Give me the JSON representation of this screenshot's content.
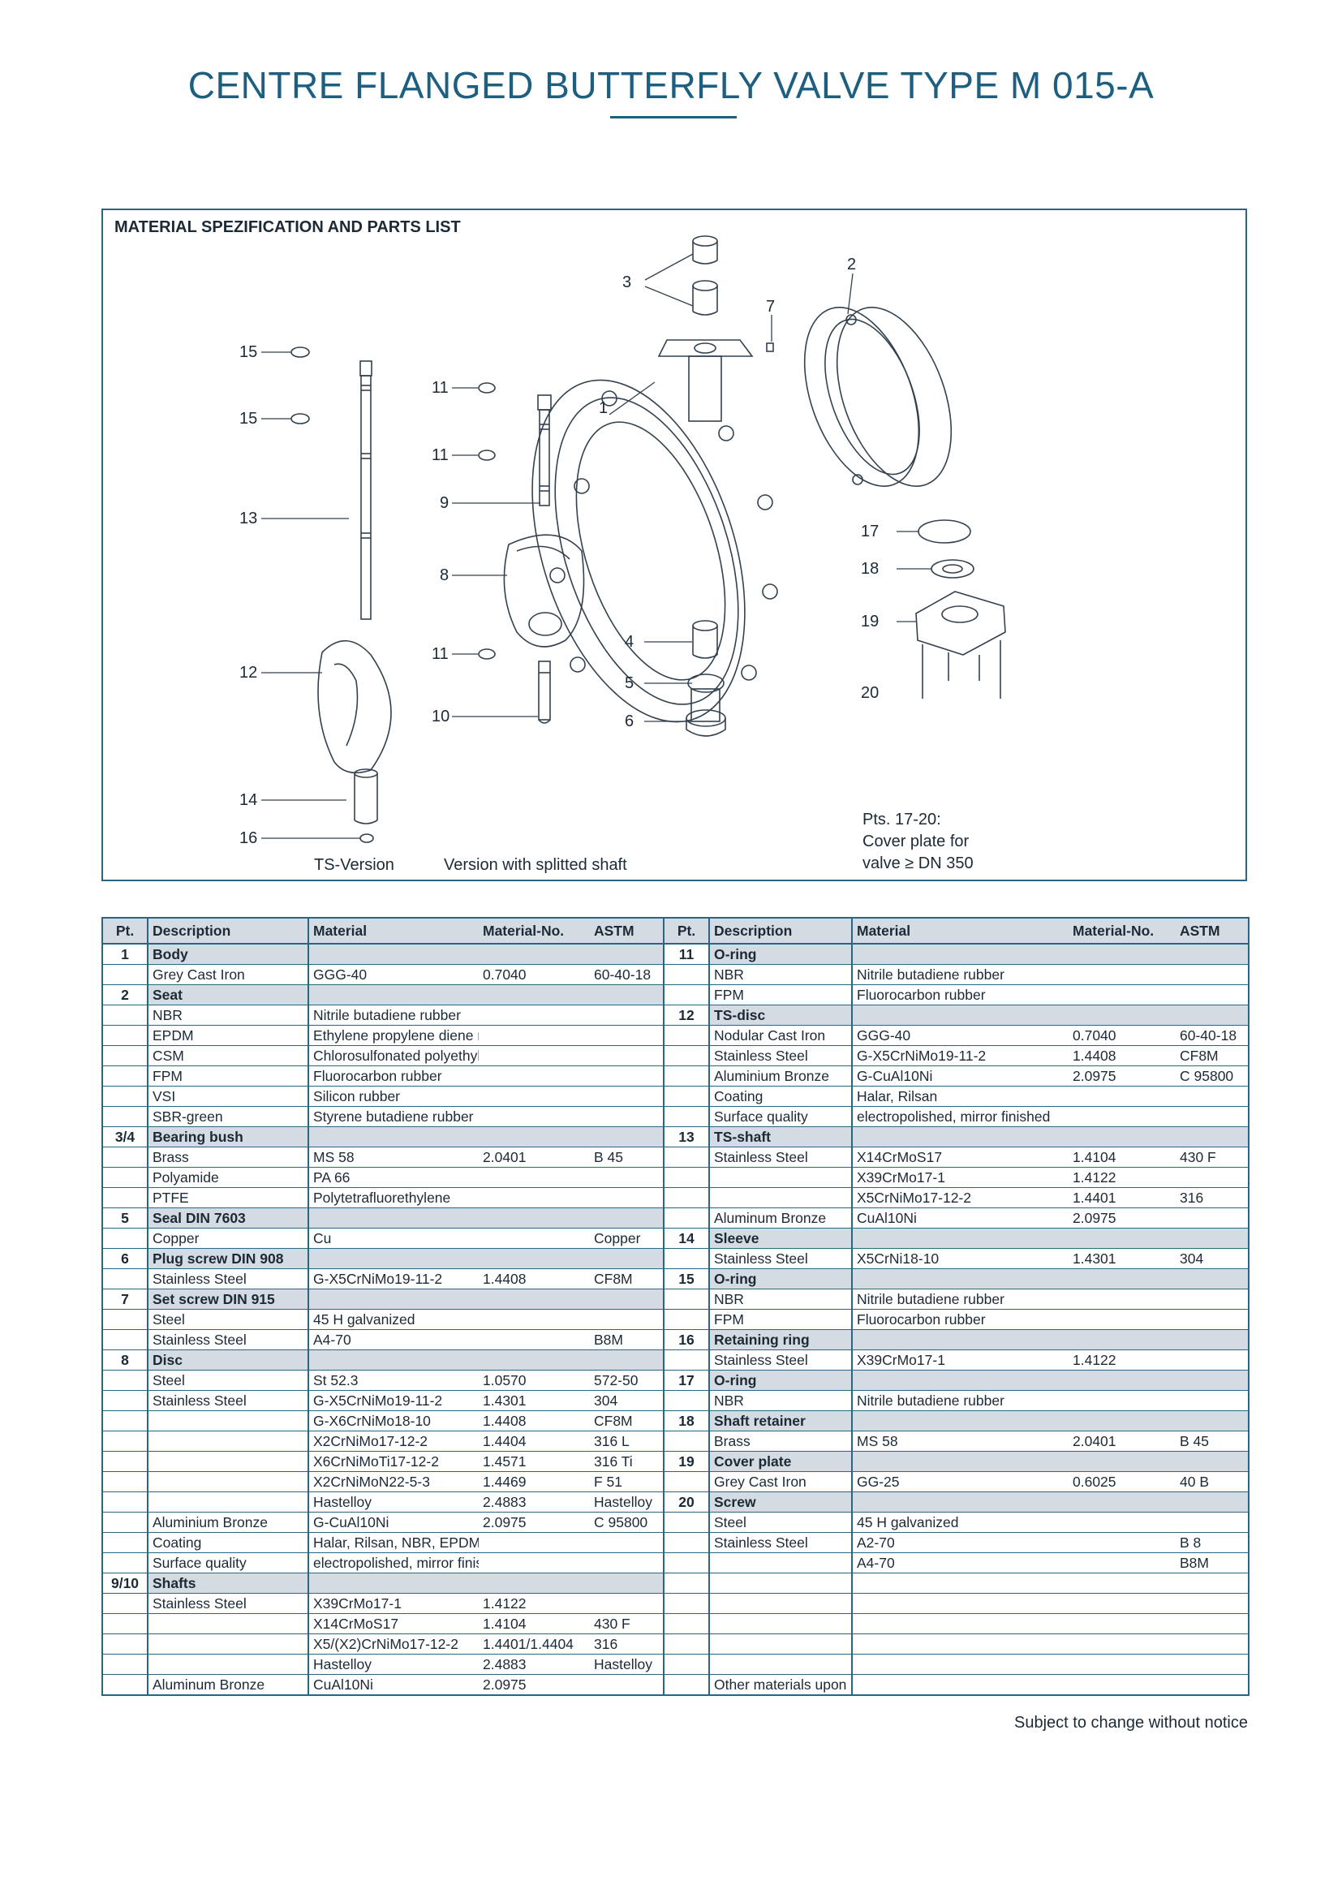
{
  "title": "CENTRE FLANGED BUTTERFLY VALVE TYPE M 015-A",
  "drawing": {
    "heading": "MATERIAL SPEZIFICATION AND PARTS LIST",
    "callouts": [
      "15",
      "15",
      "13",
      "12",
      "14",
      "16",
      "11",
      "11",
      "9",
      "8",
      "11",
      "10",
      "3",
      "7",
      "1",
      "2",
      "17",
      "18",
      "19",
      "20",
      "4",
      "5",
      "6"
    ],
    "caption_ts": "TS-Version",
    "caption_split": "Version with splitted shaft",
    "note_lines": [
      "Pts. 17-20:",
      "Cover plate for",
      "valve ≥ DN 350"
    ]
  },
  "table": {
    "headers": [
      "Pt.",
      "Description",
      "Material",
      "Material-No.",
      "ASTM"
    ],
    "left": [
      {
        "g": true,
        "pt": "1",
        "d": "Body"
      },
      {
        "d": "Grey Cast Iron",
        "m": "GGG-40",
        "n": "0.7040",
        "a": "60-40-18"
      },
      {
        "g": true,
        "pt": "2",
        "d": "Seat"
      },
      {
        "d": "NBR",
        "m": "Nitrile butadiene rubber"
      },
      {
        "d": "EPDM",
        "m": "Ethylene propylene diene monomer rubber"
      },
      {
        "d": "CSM",
        "m": "Chlorosulfonated polyethylene rubber"
      },
      {
        "d": "FPM",
        "m": "Fluorocarbon rubber"
      },
      {
        "d": "VSI",
        "m": "Silicon rubber"
      },
      {
        "d": "SBR-green",
        "m": "Styrene butadiene rubber"
      },
      {
        "g": true,
        "pt": "3/4",
        "d": "Bearing bush"
      },
      {
        "d": "Brass",
        "m": "MS 58",
        "n": "2.0401",
        "a": "B 45"
      },
      {
        "d": "Polyamide",
        "m": "PA 66"
      },
      {
        "d": "PTFE",
        "m": "Polytetrafluorethylene"
      },
      {
        "g": true,
        "pt": "5",
        "d": "Seal DIN 7603"
      },
      {
        "d": "Copper",
        "m": "Cu",
        "a": "Copper"
      },
      {
        "g": true,
        "pt": "6",
        "d": "Plug screw DIN 908"
      },
      {
        "d": "Stainless Steel",
        "m": "G-X5CrNiMo19-11-2",
        "n": "1.4408",
        "a": "CF8M"
      },
      {
        "g": true,
        "pt": "7",
        "d": "Set screw DIN 915"
      },
      {
        "d": "Steel",
        "m": "45 H galvanized"
      },
      {
        "d": "Stainless Steel",
        "m": "A4-70",
        "a": "B8M"
      },
      {
        "g": true,
        "pt": "8",
        "d": "Disc"
      },
      {
        "d": "Steel",
        "m": "St 52.3",
        "n": "1.0570",
        "a": "572-50"
      },
      {
        "d": "Stainless Steel",
        "m": "G-X5CrNiMo19-11-2",
        "n": "1.4301",
        "a": "304"
      },
      {
        "m": "G-X6CrNiMo18-10",
        "n": "1.4408",
        "a": "CF8M"
      },
      {
        "m": "X2CrNiMo17-12-2",
        "n": "1.4404",
        "a": "316 L"
      },
      {
        "m": "X6CrNiMoTi17-12-2",
        "n": "1.4571",
        "a": "316 Ti"
      },
      {
        "m": "X2CrNiMoN22-5-3",
        "n": "1.4469",
        "a": "F 51"
      },
      {
        "m": "Hastelloy",
        "n": "2.4883",
        "a": "Hastelloy"
      },
      {
        "d": "Aluminium Bronze",
        "m": "G-CuAl10Ni",
        "n": "2.0975",
        "a": "C 95800"
      },
      {
        "d": "Coating",
        "m": "Halar, Rilsan, NBR, EPDM"
      },
      {
        "d": "Surface quality",
        "m": "electropolished, mirror finished"
      },
      {
        "g": true,
        "pt": "9/10",
        "d": "Shafts"
      },
      {
        "d": "Stainless Steel",
        "m": "X39CrMo17-1",
        "n": "1.4122"
      },
      {
        "m": "X14CrMoS17",
        "n": "1.4104",
        "a": "430 F"
      },
      {
        "m": "X5/(X2)CrNiMo17-12-2",
        "n": "1.4401/1.4404",
        "a": "316"
      },
      {
        "m": "Hastelloy",
        "n": "2.4883",
        "a": "Hastelloy"
      },
      {
        "d": "Aluminum Bronze",
        "m": "CuAl10Ni",
        "n": "2.0975"
      }
    ],
    "right": [
      {
        "g": true,
        "pt": "11",
        "d": "O-ring"
      },
      {
        "d": "NBR",
        "m": "Nitrile butadiene rubber"
      },
      {
        "d": "FPM",
        "m": "Fluorocarbon rubber"
      },
      {
        "g": true,
        "pt": "12",
        "d": "TS-disc"
      },
      {
        "d": "Nodular Cast Iron",
        "m": "GGG-40",
        "n": "0.7040",
        "a": "60-40-18"
      },
      {
        "d": "Stainless Steel",
        "m": "G-X5CrNiMo19-11-2",
        "n": "1.4408",
        "a": "CF8M"
      },
      {
        "d": "Aluminium Bronze",
        "m": "G-CuAl10Ni",
        "n": "2.0975",
        "a": "C 95800"
      },
      {
        "d": "Coating",
        "m": "Halar, Rilsan"
      },
      {
        "d": "Surface quality",
        "m": "electropolished, mirror finished"
      },
      {
        "g": true,
        "pt": "13",
        "d": "TS-shaft"
      },
      {
        "d": "Stainless Steel",
        "m": "X14CrMoS17",
        "n": "1.4104",
        "a": "430 F"
      },
      {
        "m": "X39CrMo17-1",
        "n": "1.4122"
      },
      {
        "m": "X5CrNiMo17-12-2",
        "n": "1.4401",
        "a": "316"
      },
      {
        "d": "Aluminum Bronze",
        "m": "CuAl10Ni",
        "n": "2.0975"
      },
      {
        "g": true,
        "pt": "14",
        "d": "Sleeve"
      },
      {
        "d": "Stainless Steel",
        "m": "X5CrNi18-10",
        "n": "1.4301",
        "a": "304"
      },
      {
        "g": true,
        "pt": "15",
        "d": "O-ring"
      },
      {
        "d": "NBR",
        "m": "Nitrile butadiene rubber"
      },
      {
        "d": "FPM",
        "m": "Fluorocarbon rubber"
      },
      {
        "g": true,
        "pt": "16",
        "d": "Retaining ring"
      },
      {
        "d": "Stainless Steel",
        "m": "X39CrMo17-1",
        "n": "1.4122"
      },
      {
        "g": true,
        "pt": "17",
        "d": "O-ring"
      },
      {
        "d": "NBR",
        "m": "Nitrile butadiene rubber"
      },
      {
        "g": true,
        "pt": "18",
        "d": "Shaft retainer"
      },
      {
        "d": "Brass",
        "m": "MS 58",
        "n": "2.0401",
        "a": "B 45"
      },
      {
        "g": true,
        "pt": "19",
        "d": "Cover plate"
      },
      {
        "d": "Grey Cast Iron",
        "m": "GG-25",
        "n": "0.6025",
        "a": "40 B"
      },
      {
        "g": true,
        "pt": "20",
        "d": "Screw"
      },
      {
        "d": "Steel",
        "m": "45 H galvanized"
      },
      {
        "d": "Stainless Steel",
        "m": "A2-70",
        "a": "B 8"
      },
      {
        "m": "A4-70",
        "a": "B8M"
      },
      {},
      {},
      {},
      {},
      {},
      {
        "d": "Other materials upon request"
      }
    ]
  },
  "footnote": "Subject to change without notice"
}
